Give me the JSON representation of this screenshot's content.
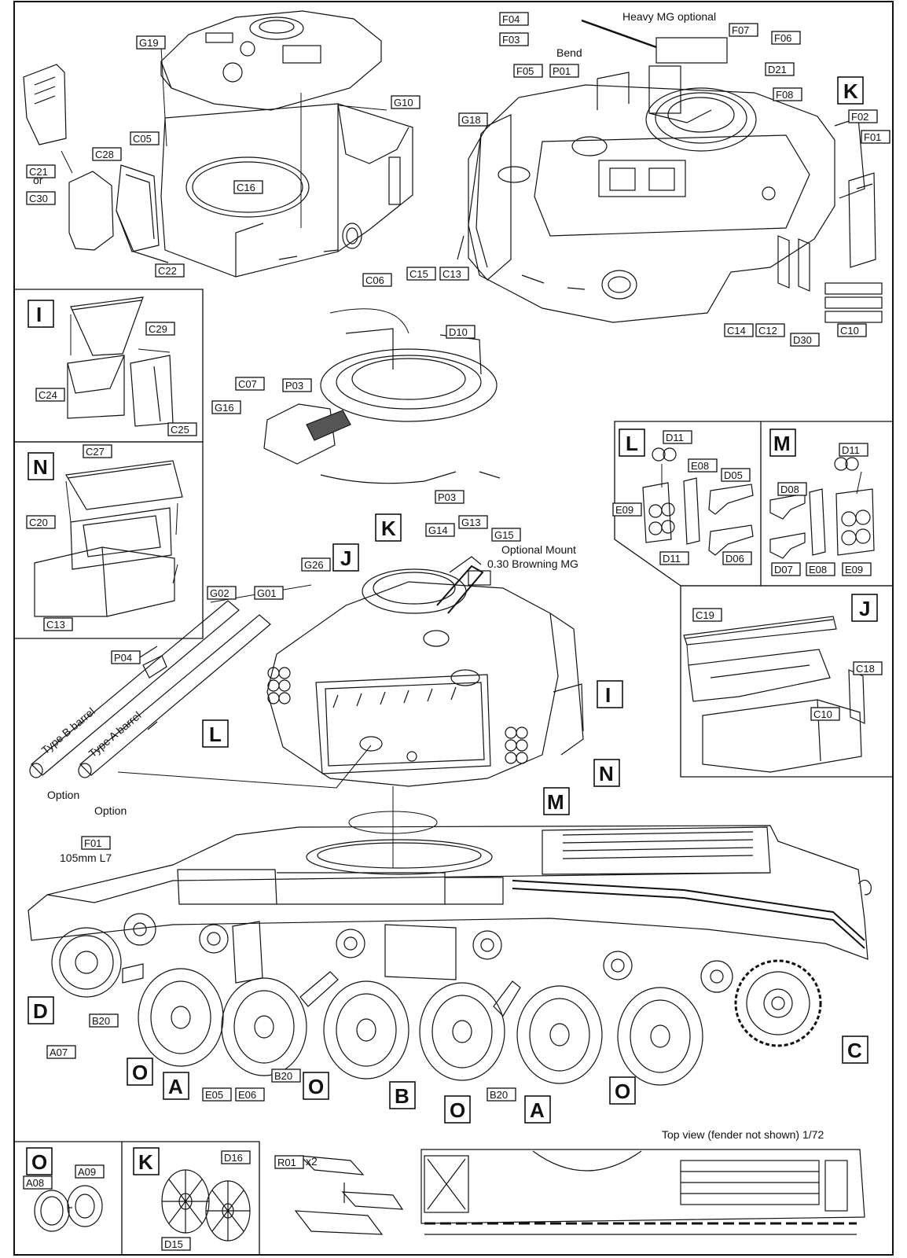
{
  "captions": {
    "heavy_mg": "Heavy MG optional",
    "bend": "Bend",
    "optional_mount_1": "Optional Mount",
    "optional_mount_2": "0.30 Browning MG",
    "type_b": "Type B barrel",
    "type_a": "Type A barrel",
    "option_1": "Option",
    "option_2": "Option",
    "gun_105": "105mm L7",
    "top_view": "Top view (fender not shown) 1/72",
    "or": "or",
    "x2": "x2"
  },
  "parts": {
    "G19": "G19",
    "G10": "G10",
    "C05": "C05",
    "C28": "C28",
    "C21": "C21",
    "C30": "C30",
    "C16": "C16",
    "C22": "C22",
    "C06": "C06",
    "F04": "F04",
    "F03": "F03",
    "F05": "F05",
    "P01": "P01",
    "F07": "F07",
    "F06": "F06",
    "D21": "D21",
    "F08": "F08",
    "F02": "F02",
    "F01a": "F01",
    "G18": "G18",
    "C15": "C15",
    "C13a": "C13",
    "C14": "C14",
    "C12": "C12",
    "D30": "D30",
    "C10a": "C10",
    "C29": "C29",
    "C24": "C24",
    "C25": "C25",
    "D10": "D10",
    "C07": "C07",
    "P03a": "P03",
    "G16": "G16",
    "P03b": "P03",
    "C27": "C27",
    "C20": "C20",
    "C13b": "C13",
    "D11a": "D11",
    "E08a": "E08",
    "D05": "D05",
    "E09a": "E09",
    "D11b": "D11",
    "D06": "D06",
    "D11c": "D11",
    "D08": "D08",
    "D07": "D07",
    "E08b": "E08",
    "E09b": "E09",
    "G14": "G14",
    "G13": "G13",
    "G15": "G15",
    "G26": "G26",
    "G02": "G02",
    "G01": "G01",
    "P04": "P04",
    "F01b": "F01",
    "C19": "C19",
    "C18": "C18",
    "C10b": "C10",
    "B20a": "B20",
    "A07": "A07",
    "E05": "E05",
    "E06": "E06",
    "B20b": "B20",
    "B20c": "B20",
    "A08": "A08",
    "A09": "A09",
    "D16": "D16",
    "D15": "D15",
    "R01": "R01"
  },
  "letters": {
    "K1": "K",
    "I1": "I",
    "N1": "N",
    "L1": "L",
    "M1": "M",
    "K2": "K",
    "J1": "J",
    "J2": "J",
    "L2": "L",
    "I2": "I",
    "N2": "N",
    "M2": "M",
    "D": "D",
    "C": "C",
    "O1": "O",
    "A1": "A",
    "O2": "O",
    "B": "B",
    "O3": "O",
    "A2": "A",
    "O4": "O",
    "O5": "O",
    "K3": "K"
  }
}
